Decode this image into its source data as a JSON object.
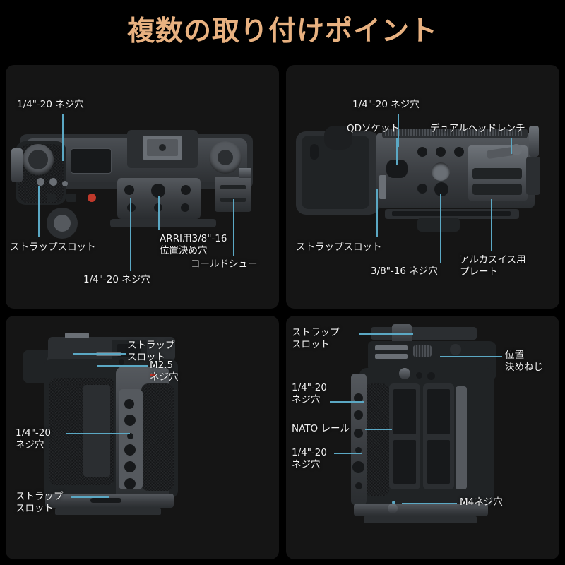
{
  "header": {
    "title": "複数の取り付けポイント",
    "title_color": "#e8b180"
  },
  "theme": {
    "background": "#000000",
    "panel_background": "#151515",
    "leader_color": "#5ba8c4",
    "label_color": "#f2f2f2"
  },
  "panels": [
    {
      "id": "panel-top-left",
      "view": "camera-cage-top-view",
      "labels": [
        {
          "name": "quarter-20-screw-hole",
          "text": "1/4\"-20 ネジ穴"
        },
        {
          "name": "strap-slot",
          "text": "ストラップスロット"
        },
        {
          "name": "arri-locating-hole",
          "text": "ARRI用3/8\"-16\n位置決め穴"
        },
        {
          "name": "quarter-20-screw-hole",
          "text": "1/4\"-20 ネジ穴"
        },
        {
          "name": "cold-shoe",
          "text": "コールドシュー"
        }
      ]
    },
    {
      "id": "panel-top-right",
      "view": "camera-cage-bottom-view",
      "labels": [
        {
          "name": "quarter-20-screw-hole",
          "text": "1/4\"-20 ネジ穴"
        },
        {
          "name": "qd-socket",
          "text": "QDソケット"
        },
        {
          "name": "dual-head-wrench",
          "text": "デュアルヘッドレンチ"
        },
        {
          "name": "strap-slot",
          "text": "ストラップスロット"
        },
        {
          "name": "three-eighths-16-screw-hole",
          "text": "3/8\"-16 ネジ穴"
        },
        {
          "name": "arca-swiss-plate",
          "text": "アルカスイス用\nプレート"
        }
      ]
    },
    {
      "id": "panel-bottom-left",
      "view": "camera-cage-right-side-view",
      "labels": [
        {
          "name": "strap-slot",
          "text": "ストラップ\nスロット"
        },
        {
          "name": "m2-5-screw-hole",
          "text": "M2.5\nネジ穴"
        },
        {
          "name": "quarter-20-screw-hole",
          "text": "1/4\"-20\nネジ穴"
        },
        {
          "name": "strap-slot",
          "text": "ストラップ\nスロット"
        }
      ]
    },
    {
      "id": "panel-bottom-right",
      "view": "camera-cage-left-side-view",
      "labels": [
        {
          "name": "strap-slot",
          "text": "ストラップ\nスロット"
        },
        {
          "name": "locating-screw",
          "text": "位置\n決めねじ"
        },
        {
          "name": "quarter-20-screw-hole",
          "text": "1/4\"-20\nネジ穴"
        },
        {
          "name": "nato-rail",
          "text": "NATO レール"
        },
        {
          "name": "quarter-20-screw-hole-lower",
          "text": "1/4\"-20\nネジ穴"
        },
        {
          "name": "m4-screw-hole",
          "text": "M4ネジ穴"
        }
      ]
    }
  ]
}
